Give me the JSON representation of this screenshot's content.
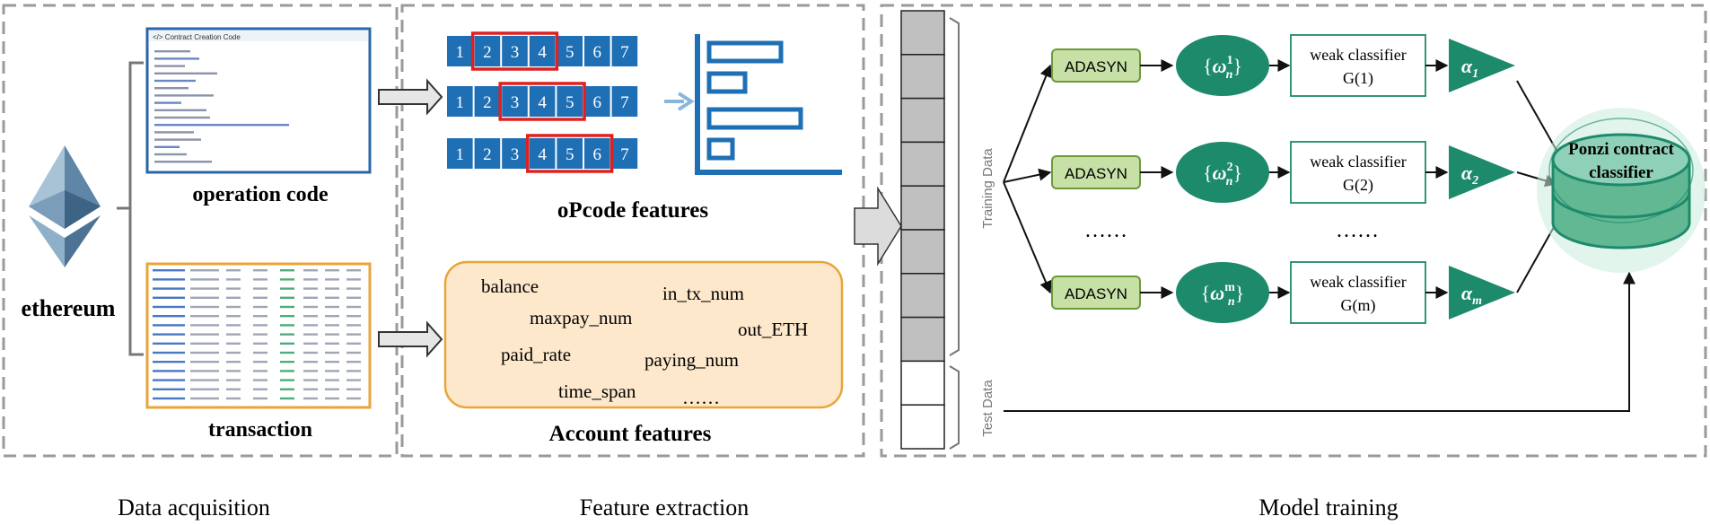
{
  "panels": {
    "acquisition": "Data acquisition",
    "extraction": "Feature extraction",
    "training": "Model training"
  },
  "acquisition": {
    "ethereum": "ethereum",
    "opcode_label": "operation code",
    "opcode_window_title": "</> Contract Creation Code",
    "transaction_label": "transaction"
  },
  "extraction": {
    "opcode_features": "oPcode features",
    "account_features": "Account features",
    "sequence_cells": [
      "1",
      "2",
      "3",
      "4",
      "5",
      "6",
      "7"
    ],
    "windows": [
      [
        1,
        3
      ],
      [
        2,
        4
      ],
      [
        3,
        5
      ]
    ],
    "account_terms": {
      "balance": "balance",
      "in_tx_num": "in_tx_num",
      "maxpay_num": "maxpay_num",
      "out_eth": "out_ETH",
      "paid_rate": "paid_rate",
      "paying_num": "paying_num",
      "time_span": "time_span",
      "more": "……"
    }
  },
  "training": {
    "training_data": "Training Data",
    "test_data": "Test Data",
    "adasyn": "ADASYN",
    "weak_classifier": "weak classifier",
    "classifiers": [
      "G(1)",
      "G(2)",
      "G(m)"
    ],
    "ellipsis": "……",
    "final": [
      "Ponzi contract",
      "classifier"
    ],
    "weights_sup": [
      "1",
      "2",
      "m"
    ],
    "alpha_sub": [
      "1",
      "2",
      "m"
    ]
  },
  "colors": {
    "border_dash": "#9a9a9a",
    "opcode_blue": "#1f6fb5",
    "highlight_red": "#e02020",
    "adasyn_fill": "#c6e0a6",
    "adasyn_stroke": "#6c9a3a",
    "teal": "#1d8a6b",
    "teal_light": "#8fd0b8",
    "account_fill": "#fde8cc",
    "account_stroke": "#e8a53a",
    "gray_cell": "#c0c0c0"
  }
}
